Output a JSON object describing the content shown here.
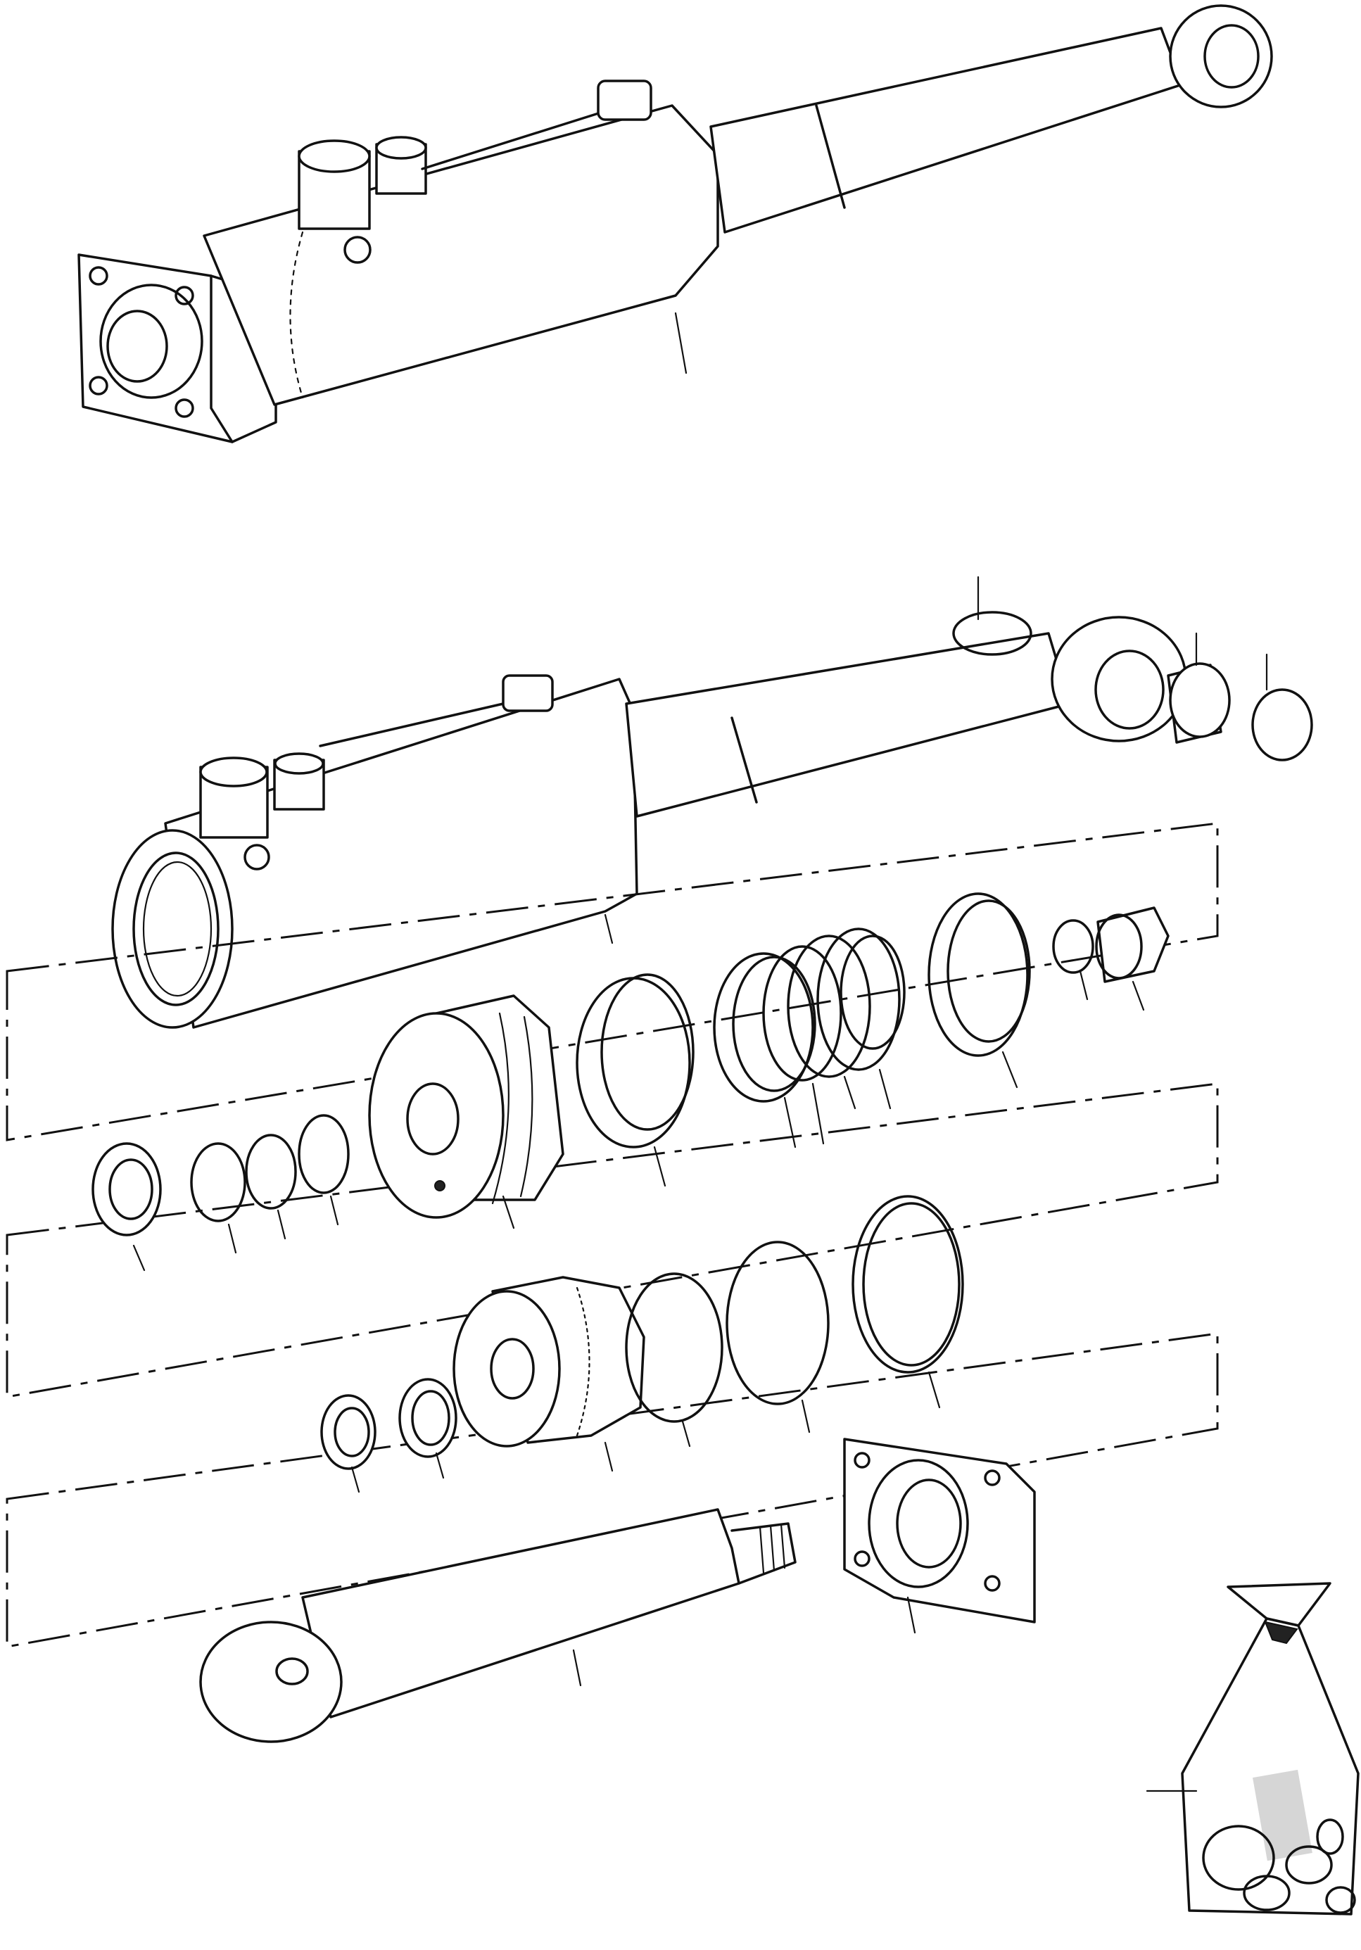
{
  "figure": {
    "kind": "exploded-parts-diagram",
    "subject_icons": [
      "hydraulic-cylinder-assembly",
      "parts-kit-bag"
    ],
    "colors": {
      "ink": "#111111",
      "paper": "#ffffff"
    },
    "callouts": []
  }
}
